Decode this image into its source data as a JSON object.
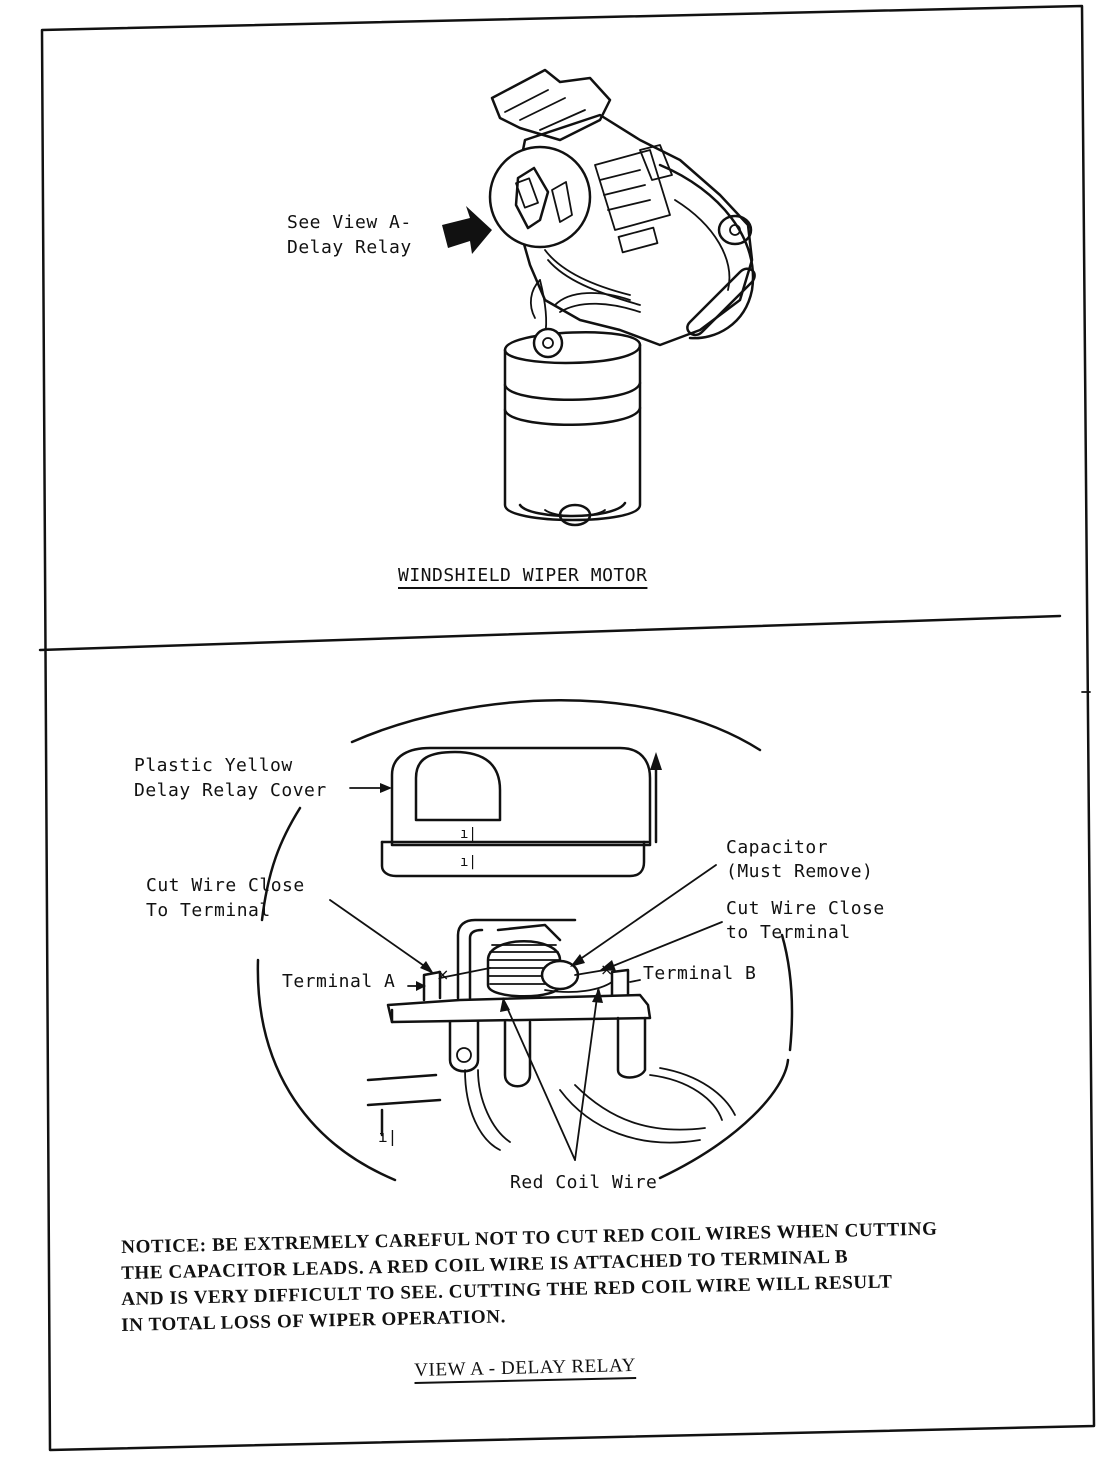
{
  "top_panel": {
    "callout_line1": "See View A-",
    "callout_line2": "Delay Relay",
    "caption": "WINDSHIELD WIPER MOTOR"
  },
  "bottom_panel": {
    "cover_label_line1": "Plastic Yellow",
    "cover_label_line2": "Delay Relay Cover",
    "cut_left_line1": "Cut Wire Close",
    "cut_left_line2": "To Terminal",
    "capacitor_line1": "Capacitor",
    "capacitor_line2": "(Must Remove)",
    "cut_right_line1": "Cut Wire Close",
    "cut_right_line2": "to Terminal",
    "terminal_a": "Terminal A",
    "terminal_b": "Terminal B",
    "red_coil_wire": "Red Coil Wire",
    "notice_line1": "NOTICE: BE EXTREMELY CAREFUL NOT TO CUT RED COIL WIRES WHEN CUTTING",
    "notice_line2": "THE CAPACITOR LEADS. A RED COIL WIRE IS ATTACHED TO TERMINAL B",
    "notice_line3": "AND IS VERY DIFFICULT TO SEE. CUTTING THE RED COIL WIRE WILL RESULT",
    "notice_line4": "IN TOTAL LOSS OF WIPER OPERATION.",
    "caption": "VIEW A - DELAY RELAY"
  }
}
